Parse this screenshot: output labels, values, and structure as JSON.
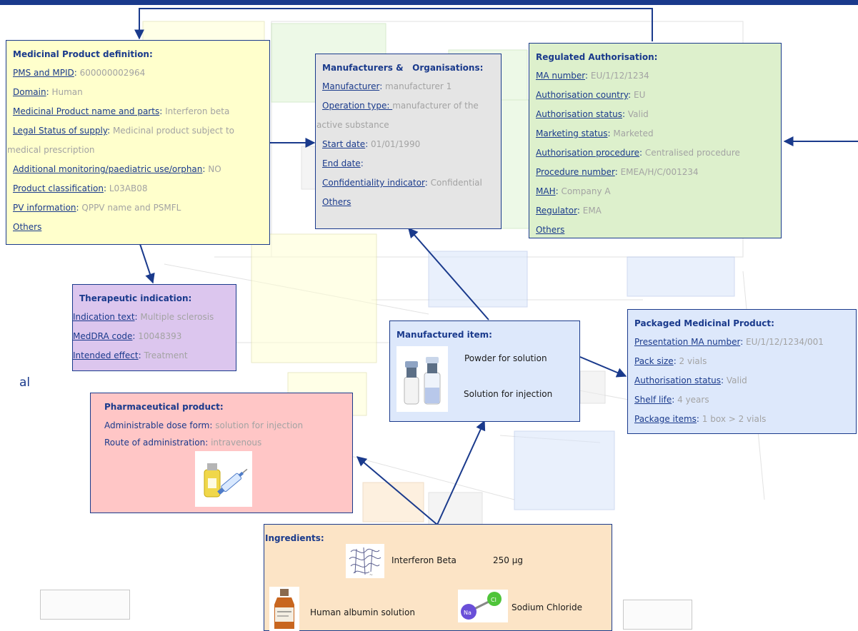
{
  "edge_text": "al",
  "product_definition": {
    "title": "Medicinal Product definition:",
    "rows": [
      {
        "label": "PMS and MPID",
        "value": "600000002964"
      },
      {
        "label": "Domain",
        "value": "Human"
      },
      {
        "label": "Medicinal Product name and parts",
        "value": "Interferon   beta"
      },
      {
        "label": "Legal Status of supply",
        "value": "Medicinal product subject to medical prescription"
      },
      {
        "label": "Additional monitoring/paediatric use/orphan",
        "value": "NO"
      },
      {
        "label": "Product classification",
        "value": "L03AB08"
      },
      {
        "label": "PV information",
        "value": "QPPV name and PSMFL"
      }
    ],
    "others": "Others"
  },
  "manufacturers": {
    "title": "Manufacturers &   Organisations:",
    "rows": [
      {
        "label": "Manufacturer",
        "value": "manufacturer 1"
      },
      {
        "label": "Operation type: ",
        "value": "manufacturer of the active substance"
      },
      {
        "label": "Start date",
        "value": "01/01/1990"
      },
      {
        "label": "End date",
        "value": ""
      },
      {
        "label": "Confidentiality indicator",
        "value": "Confidential"
      }
    ],
    "others": "Others"
  },
  "authorisation": {
    "title": "Regulated Authorisation:",
    "rows": [
      {
        "label": "MA number",
        "value": "EU/1/12/1234"
      },
      {
        "label": "Authorisation country",
        "value": "EU"
      },
      {
        "label": "Authorisation status",
        "value": "Valid"
      },
      {
        "label": "Marketing status",
        "value": "Marketed"
      },
      {
        "label": "Authorisation procedure",
        "value": "Centralised procedure"
      },
      {
        "label": "Procedure number",
        "value": "EMEA/H/C/001234"
      },
      {
        "label": "MAH",
        "value": "Company A"
      },
      {
        "label": "Regulator",
        "value": "EMA"
      }
    ],
    "others": "Others"
  },
  "therapeutic": {
    "title": "Therapeutic indication:",
    "rows": [
      {
        "label": "Indication text",
        "value": "Multiple sclerosis"
      },
      {
        "label": "MedDRA code",
        "value": "10048393"
      },
      {
        "label": "Intended effect",
        "value": "Treatment"
      }
    ]
  },
  "manufactured_item": {
    "title": "Manufactured item:",
    "line1": "Powder for solution",
    "line2": "Solution for injection"
  },
  "packaged": {
    "title": "Packaged Medicinal Product:",
    "rows": [
      {
        "label": "Presentation MA number",
        "value": "EU/1/12/1234/001"
      },
      {
        "label": "Pack size",
        "value": "2 vials"
      },
      {
        "label": "Authorisation status",
        "value": "Valid"
      },
      {
        "label": "Shelf life",
        "value": "4 years"
      },
      {
        "label": "Package items",
        "value": " 1 box > 2 vials"
      }
    ]
  },
  "pharmaceutical": {
    "title": "Pharmaceutical product:",
    "rows": [
      {
        "label": "Administrable dose form",
        "value": "solution for injection"
      },
      {
        "label": "Route of administration",
        "value": "intravenous"
      }
    ]
  },
  "ingredients": {
    "title": "Ingredients:",
    "ifn_name": "Interferon Beta",
    "ifn_amount": "250 µg",
    "albumin": "Human albumin solution",
    "nacl": "Sodium Chloride",
    "na_symbol": "Na",
    "cl_symbol": "Cl"
  },
  "colors": {
    "accent": "#1a3a8c",
    "value_grey": "#a3a3a3",
    "yellow": "#ffffcc",
    "grey": "#e5e5e5",
    "green": "#ddf0cc",
    "purple": "#dcc6ee",
    "blue": "#dde8fb",
    "pink": "#ffc6c6",
    "orange": "#fce4c6"
  }
}
